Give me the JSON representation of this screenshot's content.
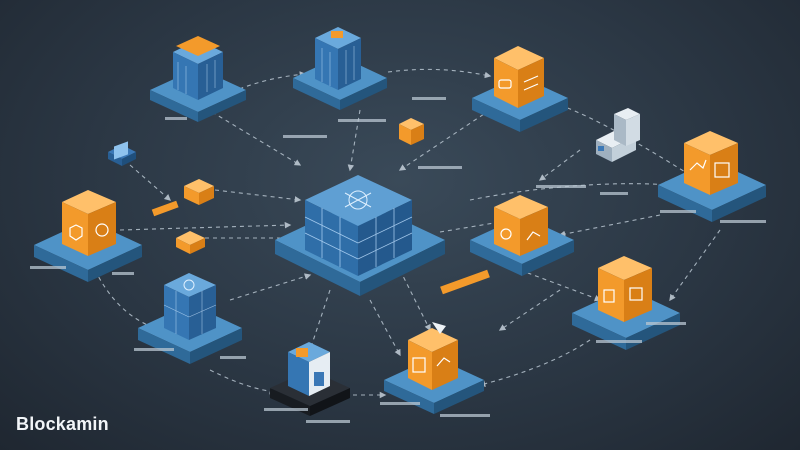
{
  "brand": {
    "watermark": "Blockamin"
  },
  "colors": {
    "background": "#2b3744",
    "platform": "#4f93c7",
    "orange_block": "#f39a2b",
    "blue_block": "#3b78b6",
    "connector": "#b9c6d1"
  },
  "nodes": [
    {
      "id": "central-hub",
      "kind": "blue-cube",
      "icon": "network-icon"
    },
    {
      "id": "server-top-left",
      "kind": "blue-tower",
      "icon": "grid-icon"
    },
    {
      "id": "server-top-center",
      "kind": "blue-tower",
      "icon": "grid-icon"
    },
    {
      "id": "block-top-right",
      "kind": "orange-cube",
      "icon": "link-icon"
    },
    {
      "id": "block-left",
      "kind": "orange-cube",
      "icon": "shield-icon"
    },
    {
      "id": "server-bottom-left",
      "kind": "blue-tower",
      "icon": "grid-icon"
    },
    {
      "id": "phone-tile",
      "kind": "device",
      "icon": "phone-icon"
    },
    {
      "id": "block-right-center",
      "kind": "orange-cube",
      "icon": "chart-icon"
    },
    {
      "id": "block-far-right",
      "kind": "orange-cube",
      "icon": "chart-icon"
    },
    {
      "id": "block-right-lower",
      "kind": "orange-cube",
      "icon": "chart-icon"
    },
    {
      "id": "block-bottom-center",
      "kind": "orange-cube",
      "icon": "chart-icon"
    },
    {
      "id": "server-bottom-dark",
      "kind": "dark-tower",
      "icon": "wallet-icon"
    },
    {
      "id": "datacenter-right",
      "kind": "server-rack",
      "icon": "server-icon"
    }
  ]
}
